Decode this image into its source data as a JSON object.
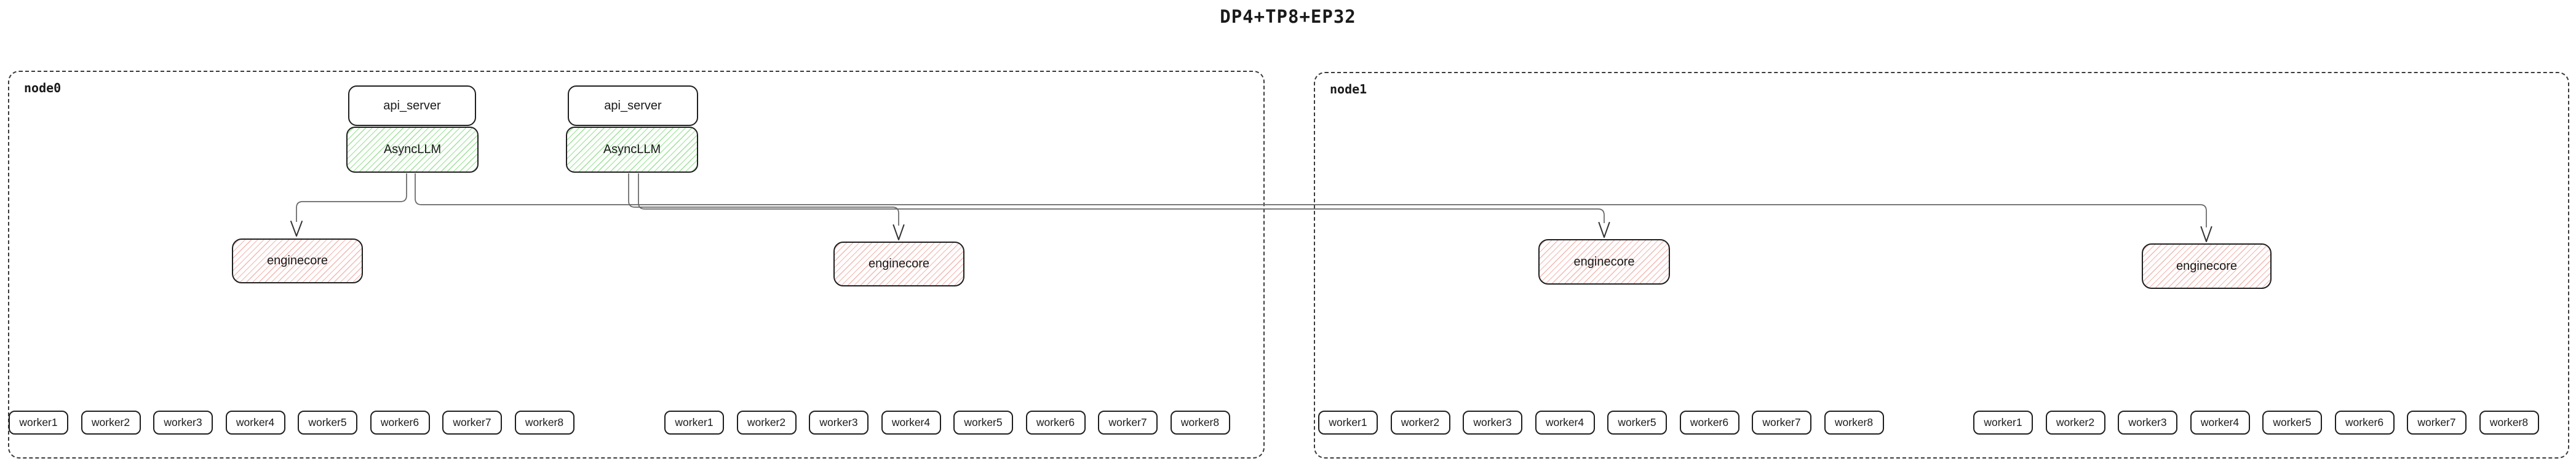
{
  "title": "DP4+TP8+EP32",
  "nodes": [
    {
      "label": "node0"
    },
    {
      "label": "node1"
    }
  ],
  "stacks": [
    {
      "api": "api_server",
      "llm": "AsyncLLM"
    },
    {
      "api": "api_server",
      "llm": "AsyncLLM"
    }
  ],
  "enginecores": [
    "enginecore",
    "enginecore",
    "enginecore",
    "enginecore"
  ],
  "worker_rows": [
    [
      "worker1",
      "worker2",
      "worker3",
      "worker4",
      "worker5",
      "worker6",
      "worker7",
      "worker8"
    ],
    [
      "worker1",
      "worker2",
      "worker3",
      "worker4",
      "worker5",
      "worker6",
      "worker7",
      "worker8"
    ],
    [
      "worker1",
      "worker2",
      "worker3",
      "worker4",
      "worker5",
      "worker6",
      "worker7",
      "worker8"
    ],
    [
      "worker1",
      "worker2",
      "worker3",
      "worker4",
      "worker5",
      "worker6",
      "worker7",
      "worker8"
    ]
  ],
  "colors": {
    "background": "#ffffff",
    "text": "#1a1a1a",
    "border": "#1f1f1f",
    "dashed_border": "#3a3a3a",
    "edge": "#666666",
    "arrow": "#333333",
    "async_hatch": "#9fe09a",
    "engine_hatch": "#f2b9b2"
  }
}
